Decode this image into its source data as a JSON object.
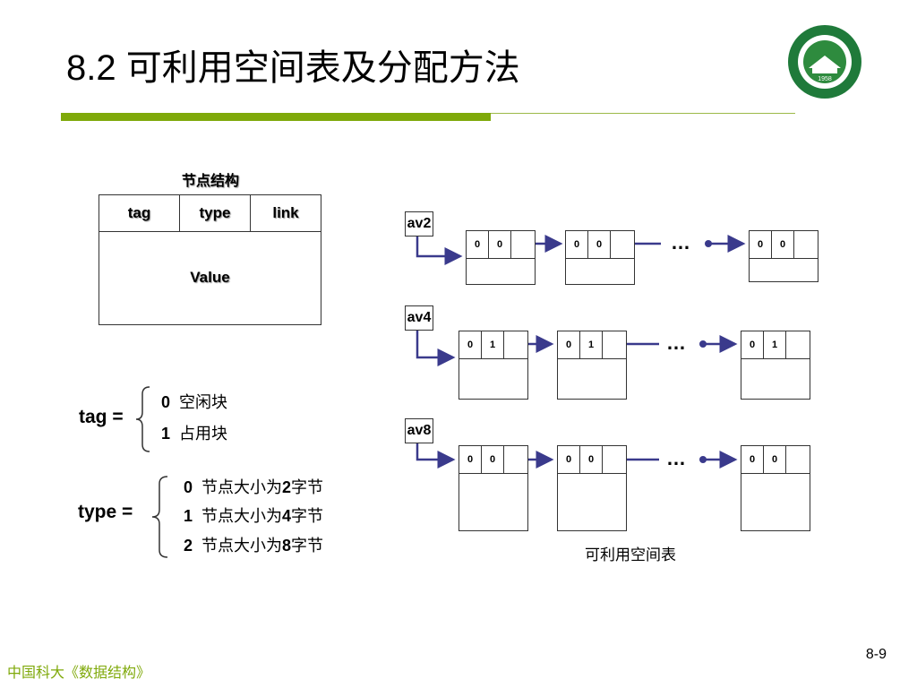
{
  "slide": {
    "title": "8.2  可利用空间表及分配方法",
    "footer": "中国科大《数据结构》",
    "page_number": "8-9",
    "accent_color": "#7fa90a",
    "logo": {
      "icon": "university-seal-logo",
      "year": "1958"
    }
  },
  "node_structure": {
    "caption": "节点结构",
    "fields": [
      "tag",
      "type",
      "link"
    ],
    "value_label": "Value"
  },
  "tag_def": {
    "lhs": "tag =",
    "options": [
      {
        "code": "0",
        "text": "空闲块"
      },
      {
        "code": "1",
        "text": "占用块"
      }
    ]
  },
  "type_def": {
    "lhs": "type =",
    "options": [
      {
        "code": "0",
        "text_pre": "节点大小为",
        "size": "2",
        "text_post": "字节"
      },
      {
        "code": "1",
        "text_pre": "节点大小为",
        "size": "4",
        "text_post": "字节"
      },
      {
        "code": "2",
        "text_pre": "节点大小为",
        "size": "8",
        "text_post": "字节"
      }
    ]
  },
  "free_lists": {
    "caption": "可利用空间表",
    "ellipsis": "…",
    "lists": [
      {
        "label": "av2",
        "nodes": [
          [
            "0",
            "0"
          ],
          [
            "0",
            "0"
          ],
          [
            "0",
            "0"
          ]
        ]
      },
      {
        "label": "av4",
        "nodes": [
          [
            "0",
            "1"
          ],
          [
            "0",
            "1"
          ],
          [
            "0",
            "1"
          ]
        ]
      },
      {
        "label": "av8",
        "nodes": [
          [
            "0",
            "0"
          ],
          [
            "0",
            "0"
          ],
          [
            "0",
            "0"
          ]
        ]
      }
    ]
  }
}
